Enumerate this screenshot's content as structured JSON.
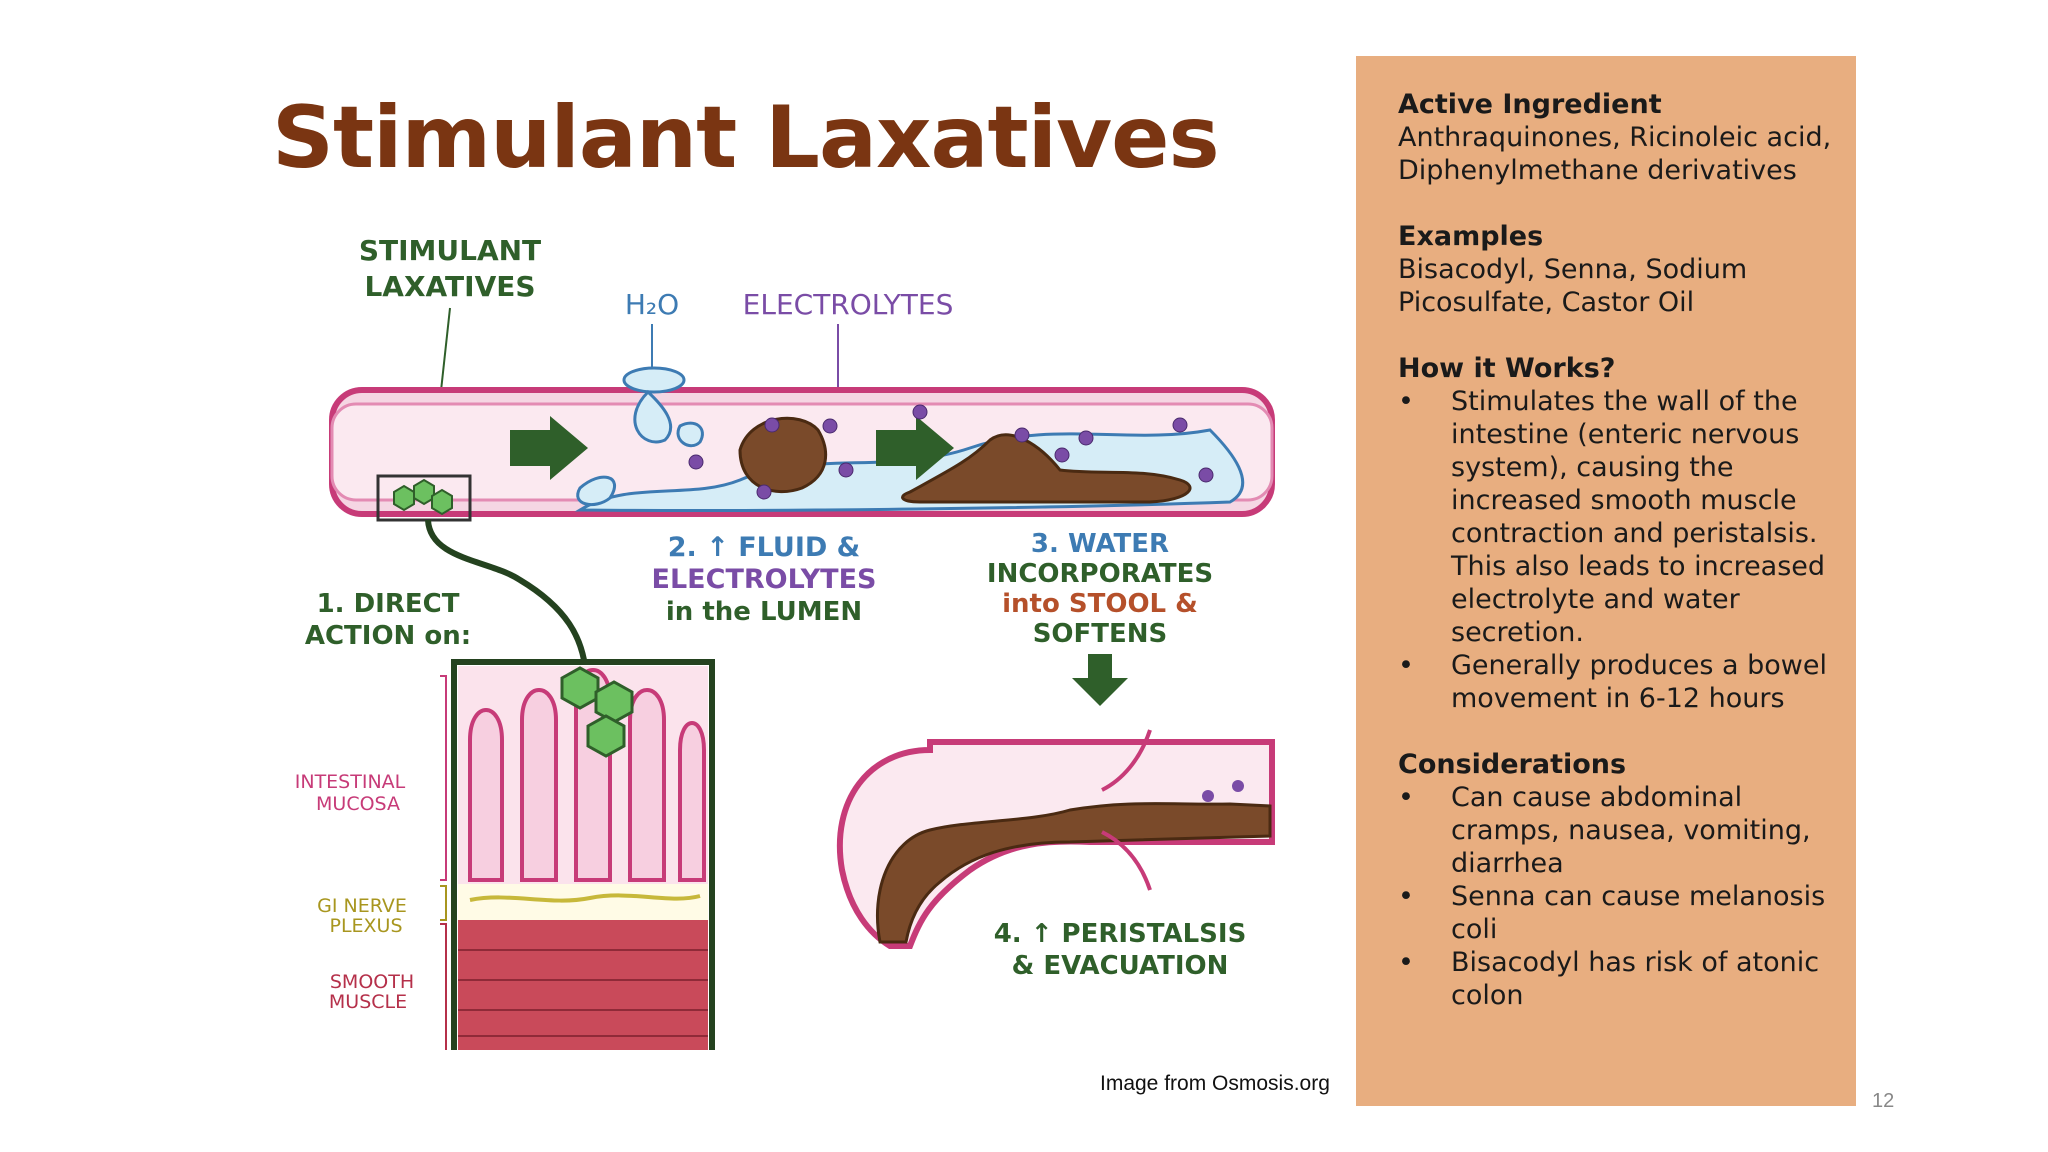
{
  "slide": {
    "title": "Stimulant Laxatives",
    "credit": "Image from Osmosis.org",
    "page_number": "12"
  },
  "diagram": {
    "label_stimulant_1": "STIMULANT",
    "label_stimulant_2": "LAXATIVES",
    "label_h2o": "H₂O",
    "label_electrolytes": "ELECTROLYTES",
    "step1_line1": "1. DIRECT",
    "step1_line2": "ACTION on:",
    "step2_line1": "2. ↑ FLUID &",
    "step2_line2": "ELECTROLYTES",
    "step2_line3": "in the LUMEN",
    "step3_line1": "3. WATER",
    "step3_line2": "INCORPORATES",
    "step3_line3": "into STOOL &",
    "step3_line4": "SOFTENS",
    "step4_line1": "4. ↑ PERISTALSIS",
    "step4_line2": "& EVACUATION",
    "mucosa_1": "INTESTINAL",
    "mucosa_2": "MUCOSA",
    "nerve_1": "GI NERVE",
    "nerve_2": "PLEXUS",
    "muscle_1": "SMOOTH",
    "muscle_2": "MUSCLE",
    "colors": {
      "title": "#7a3512",
      "green": "#2f5f2a",
      "blue": "#3d7bb3",
      "purple": "#7a4ca6",
      "pink": "#c73b78",
      "stool": "#7a4a2a",
      "panel": "#e8ae80"
    }
  },
  "panel": {
    "active_title": "Active Ingredient",
    "active_text": "Anthraquinones, Ricinoleic acid, Diphenylmethane derivatives",
    "examples_title": "Examples",
    "examples_text": "Bisacodyl, Senna, Sodium Picosulfate, Castor Oil",
    "how_title": "How it Works?",
    "how_bullets": [
      "Stimulates the wall of the intestine (enteric nervous system), causing the increased smooth muscle contraction and peristalsis. This also leads to increased electrolyte and water secretion.",
      "Generally produces a bowel movement in 6-12 hours"
    ],
    "considerations_title": "Considerations",
    "considerations_bullets": [
      "Can cause abdominal cramps, nausea, vomiting, diarrhea",
      "Senna can cause melanosis coli",
      "Bisacodyl has risk of atonic colon"
    ]
  }
}
